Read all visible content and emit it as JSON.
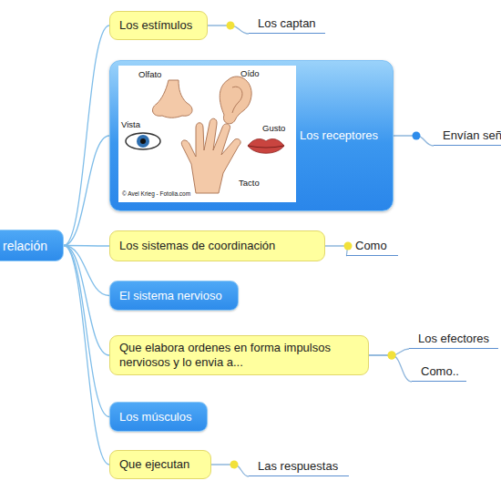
{
  "diagram": {
    "nodes": [
      {
        "text": [
          "relación"
        ]
      },
      {
        "text": [
          "Los estímulos"
        ]
      },
      {
        "text": [
          "Los captan"
        ]
      },
      {
        "text": [
          "Los receptores"
        ]
      },
      {
        "text": [
          "Envían señ"
        ]
      },
      {
        "text": [
          "Los sistemas de coordinación"
        ]
      },
      {
        "text": [
          "Como"
        ]
      },
      {
        "text": [
          "El sistema nervioso"
        ]
      },
      {
        "text": [
          "Que elabora ordenes en forma impulsos nerviosos y lo envia a..."
        ]
      },
      {
        "text": [
          "Los efectores"
        ]
      },
      {
        "text": [
          "Como.."
        ]
      },
      {
        "text": [
          "Los músculos"
        ]
      },
      {
        "text": [
          "Que ejecutan"
        ]
      },
      {
        "text": [
          "Las respuestas"
        ]
      }
    ],
    "edges": [
      {
        "from": 0,
        "to": 1,
        "arrow": "none"
      },
      {
        "from": 0,
        "to": 3,
        "arrow": "none"
      },
      {
        "from": 0,
        "to": 5,
        "arrow": "none"
      },
      {
        "from": 0,
        "to": 7,
        "arrow": "none"
      },
      {
        "from": 0,
        "to": 8,
        "arrow": "none"
      },
      {
        "from": 0,
        "to": 11,
        "arrow": "none"
      },
      {
        "from": 0,
        "to": 12,
        "arrow": "none"
      },
      {
        "from": 1,
        "to": 2,
        "arrow": "none"
      },
      {
        "from": 3,
        "to": 4,
        "arrow": "none"
      },
      {
        "from": 5,
        "to": 6,
        "arrow": "none"
      },
      {
        "from": 8,
        "to": 9,
        "arrow": "none"
      },
      {
        "from": 8,
        "to": 10,
        "arrow": "none"
      },
      {
        "from": 12,
        "to": 13,
        "arrow": "none"
      }
    ],
    "labels": [
      "Olfato",
      "Oído",
      "Vista",
      "Gusto",
      "Tacto",
      "© Avel Krieg - Fotolia.com"
    ]
  }
}
